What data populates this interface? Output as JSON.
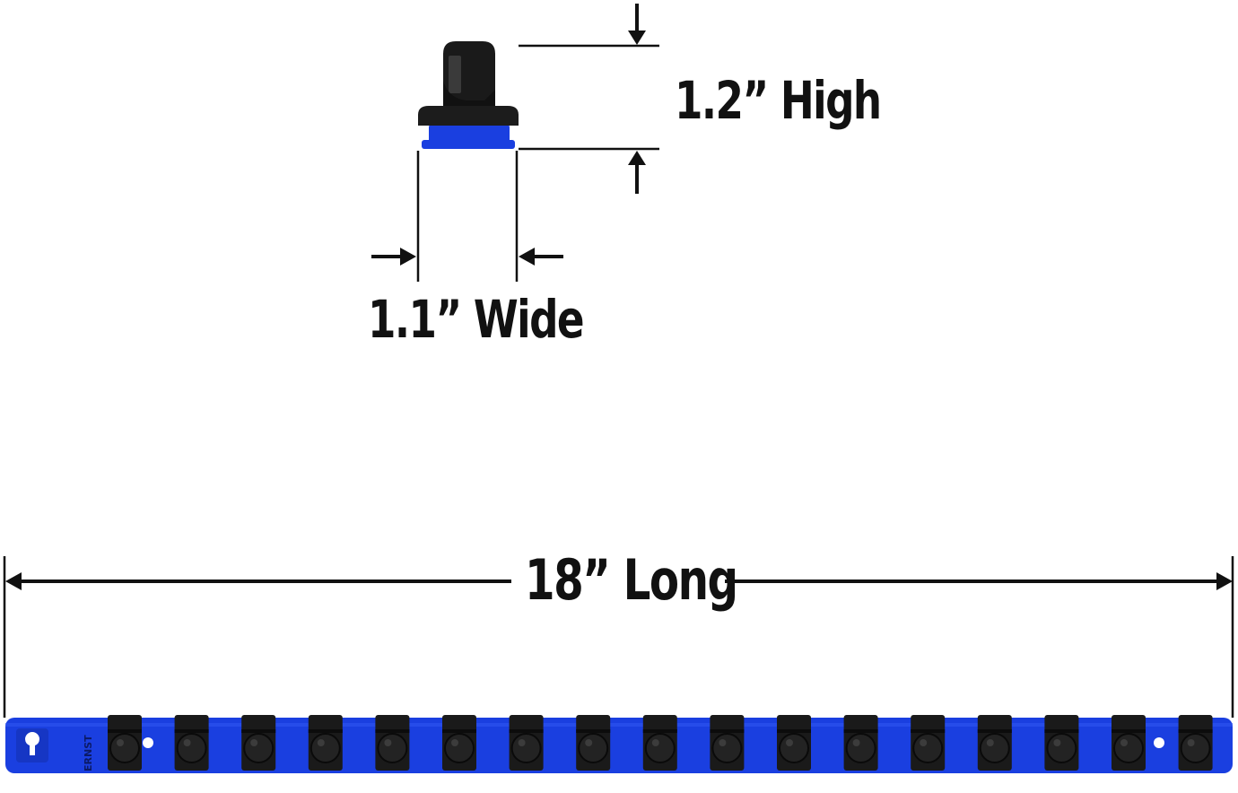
{
  "dimensions": {
    "height_label": "1.2” High",
    "width_label": "1.1” Wide",
    "length_label": "18” Long"
  },
  "rail": {
    "brand_text": "ERNST",
    "clip_count": 17
  },
  "colors": {
    "rail_blue": "#1a3fe0",
    "clip_black": "#1a1a1a",
    "line_black": "#111111"
  },
  "icons": {
    "socket_clip": "socket-clip-icon",
    "keyhole": "keyhole-icon",
    "arrow": "arrow-icon"
  }
}
